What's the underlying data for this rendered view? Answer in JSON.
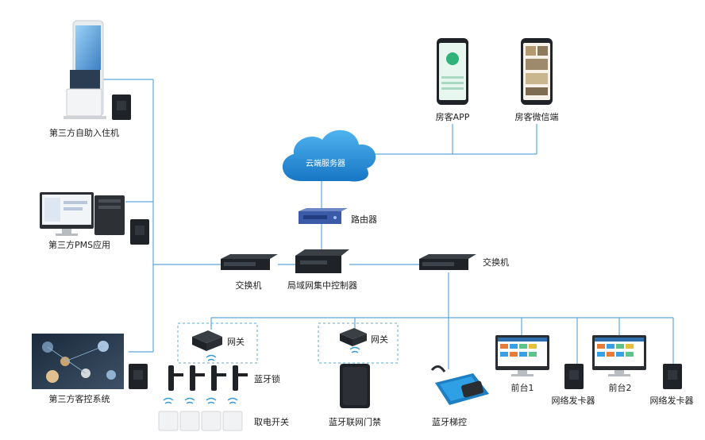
{
  "labels": {
    "kiosk": "第三方自助入住机",
    "pms": "第三方PMS应用",
    "room_control": "第三方客控系统",
    "guest_app": "房客APP",
    "guest_wechat": "房客微信端",
    "cloud_server": "云端服务器",
    "router": "路由器",
    "switch_left": "交换机",
    "lan_controller": "局域网集中控制器",
    "switch_right": "交换机",
    "gateway_1": "网关",
    "gateway_2": "网关",
    "bluetooth_lock": "蓝牙锁",
    "power_switch": "取电开关",
    "bluetooth_access": "蓝牙联网门禁",
    "bluetooth_elevator": "蓝牙梯控",
    "front_desk_1": "前台1",
    "card_issuer_1": "网络发卡器",
    "front_desk_2": "前台2",
    "card_issuer_2": "网络发卡器"
  },
  "colors": {
    "line": "#5fa8d8",
    "cloud": "#1e8fd6",
    "device_dark": "#1f2328",
    "router": "#3b5aa8"
  }
}
